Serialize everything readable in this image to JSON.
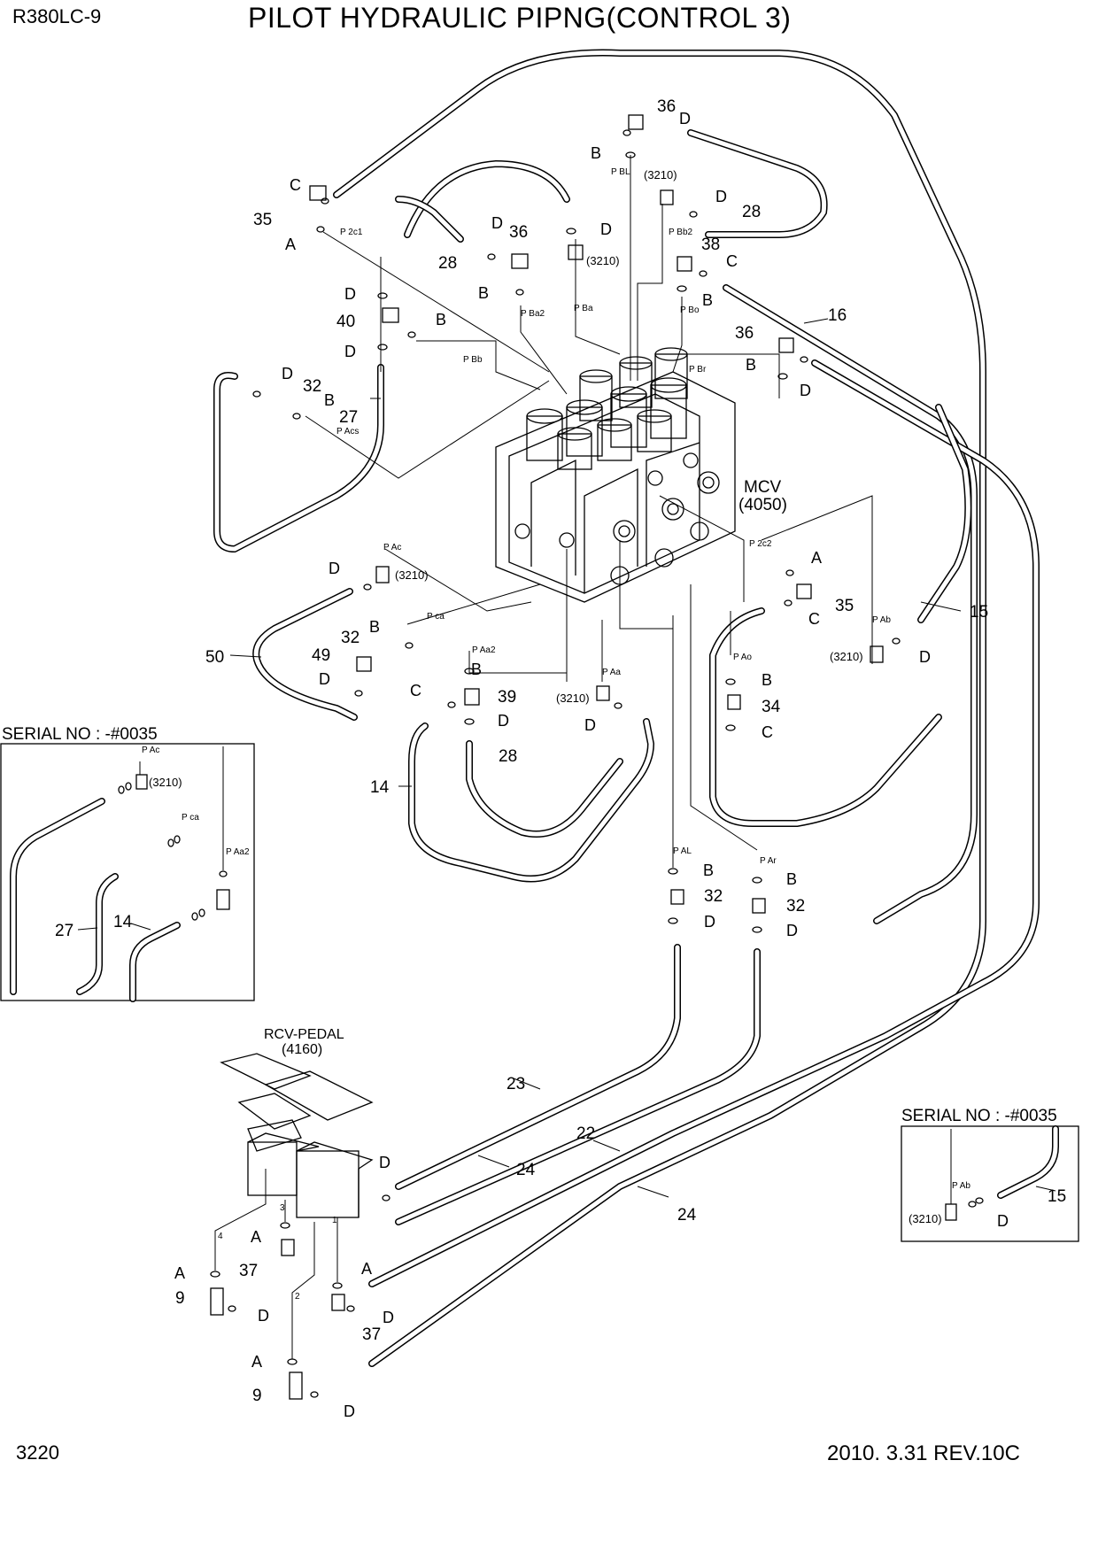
{
  "header": {
    "model": "R380LC-9",
    "title": "PILOT HYDRAULIC PIPNG(CONTROL 3)"
  },
  "footer": {
    "page_number": "3220",
    "revision_date": "2010. 3.31  REV.10C"
  },
  "components": {
    "mcv": {
      "name": "MCV",
      "ref": "(4050)"
    },
    "rcv_pedal": {
      "name": "RCV-PEDAL",
      "ref": "(4160)"
    }
  },
  "insets": [
    {
      "label": "SERIAL NO : -#0035"
    },
    {
      "label": "SERIAL NO : -#0035"
    }
  ],
  "callouts": {
    "n9": "9",
    "n14": "14",
    "n15": "15",
    "n16": "16",
    "n22": "22",
    "n23": "23",
    "n24": "24",
    "n27": "27",
    "n28": "28",
    "n32": "32",
    "n34": "34",
    "n35": "35",
    "n36": "36",
    "n37": "37",
    "n38": "38",
    "n39": "39",
    "n40": "40",
    "n49": "49",
    "n50": "50"
  },
  "letters": {
    "A": "A",
    "B": "B",
    "C": "C",
    "D": "D"
  },
  "ports": {
    "p2c1": "P 2c1",
    "pbl": "P BL",
    "pbb2": "P Bb2",
    "pba2": "P Ba2",
    "pba": "P Ba",
    "pbo": "P Bo",
    "pbb": "P Bb",
    "pbr": "P Br",
    "pacs": "P Acs",
    "pac": "P Ac",
    "pca": "P ca",
    "paa2": "P Aa2",
    "paa": "P Aa",
    "p2c2": "P 2c2",
    "pab": "P Ab",
    "pao": "P Ao",
    "pal": "P AL",
    "par": "P Ar"
  },
  "refs": {
    "r3210": "(3210)"
  },
  "wires": {
    "w1": "1",
    "w2": "2",
    "w3": "3",
    "w4": "4"
  }
}
